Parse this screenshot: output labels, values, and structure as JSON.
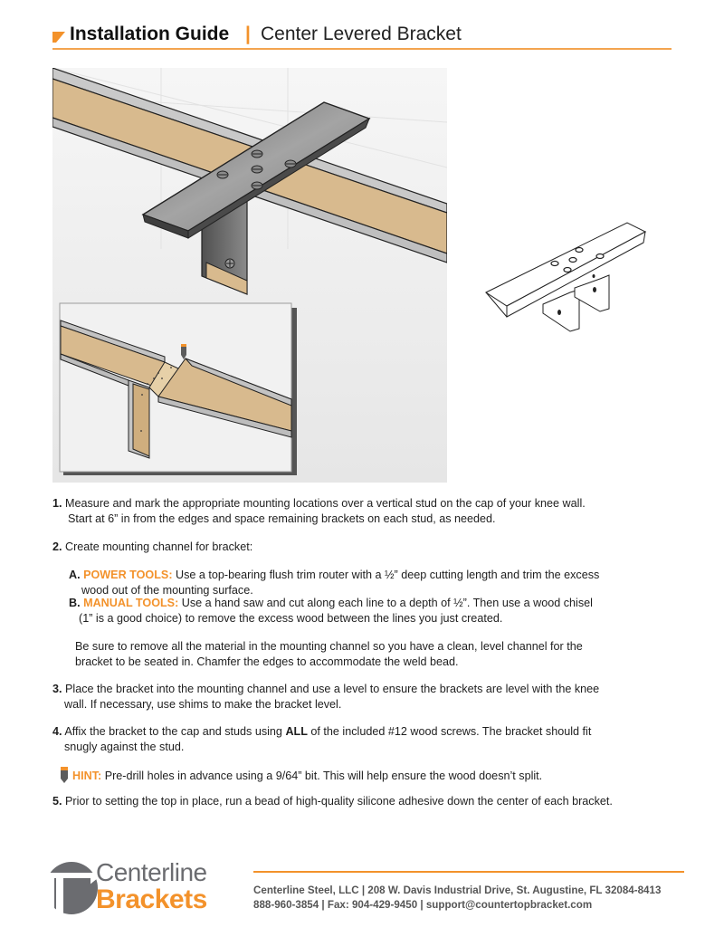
{
  "header": {
    "title": "Installation Guide",
    "separator": "|",
    "subtitle": "Center Levered Bracket",
    "accent_color": "#f3922b"
  },
  "illustrations": {
    "main": "bracket-installed-over-knee-wall-cap",
    "inset": "mounting-channel-cut-in-cap",
    "side": "center-levered-bracket-line-drawing"
  },
  "steps": [
    {
      "number": "1.",
      "lines": [
        "Measure and mark the appropriate mounting locations over a vertical stud on the cap of your knee wall.",
        "Start at 6” in from the edges and space remaining brackets on each stud, as needed."
      ]
    },
    {
      "number": "2.",
      "lines": [
        "Create mounting channel for bracket:"
      ],
      "substeps": [
        {
          "letter": "A.",
          "label": "POWER TOOLS:",
          "lines": [
            "Use a top-bearing flush trim router with a ½” deep cutting length and trim the excess",
            "wood out of the mounting surface."
          ]
        },
        {
          "letter": "B.",
          "label": "MANUAL TOOLS:",
          "lines": [
            "Use a hand saw and cut along each line to a depth of ½”. Then use a wood chisel",
            "(1” is a good choice) to remove the excess wood between the lines you just created."
          ]
        }
      ],
      "note": [
        "Be sure to remove all the material in the mounting channel so you have a clean, level channel for the",
        "bracket to be seated in. Chamfer the edges to accommodate the weld bead."
      ]
    },
    {
      "number": "3.",
      "lines": [
        "Place the bracket into the mounting channel and use a level to ensure the brackets are level with the knee",
        "wall. If necessary, use shims to make the bracket level."
      ]
    },
    {
      "number": "4.",
      "line1_pre": "Affix the bracket to the cap and studs using ",
      "line1_bold": "ALL",
      "line1_post": " of the included #12 wood screws. The bracket should fit",
      "line2": "snugly against the stud."
    },
    {
      "number": "5.",
      "lines": [
        "Prior to setting the top in place, run a bead of high-quality silicone adhesive down the center of each bracket."
      ]
    }
  ],
  "hint": {
    "icon": "pencil-icon",
    "label": "HINT:",
    "text": "Pre-drill holes in advance using a 9/64” bit. This will help ensure the wood doesn’t split."
  },
  "footer": {
    "logo_line1": "Centerline",
    "logo_line2": "Brackets",
    "company_line": "Centerline Steel, LLC | 208 W. Davis Industrial Drive, St. Augustine, FL 32084-8413",
    "contact_line": "888-960-3854 | Fax: 904-429-9450 | support@countertopbracket.com"
  }
}
